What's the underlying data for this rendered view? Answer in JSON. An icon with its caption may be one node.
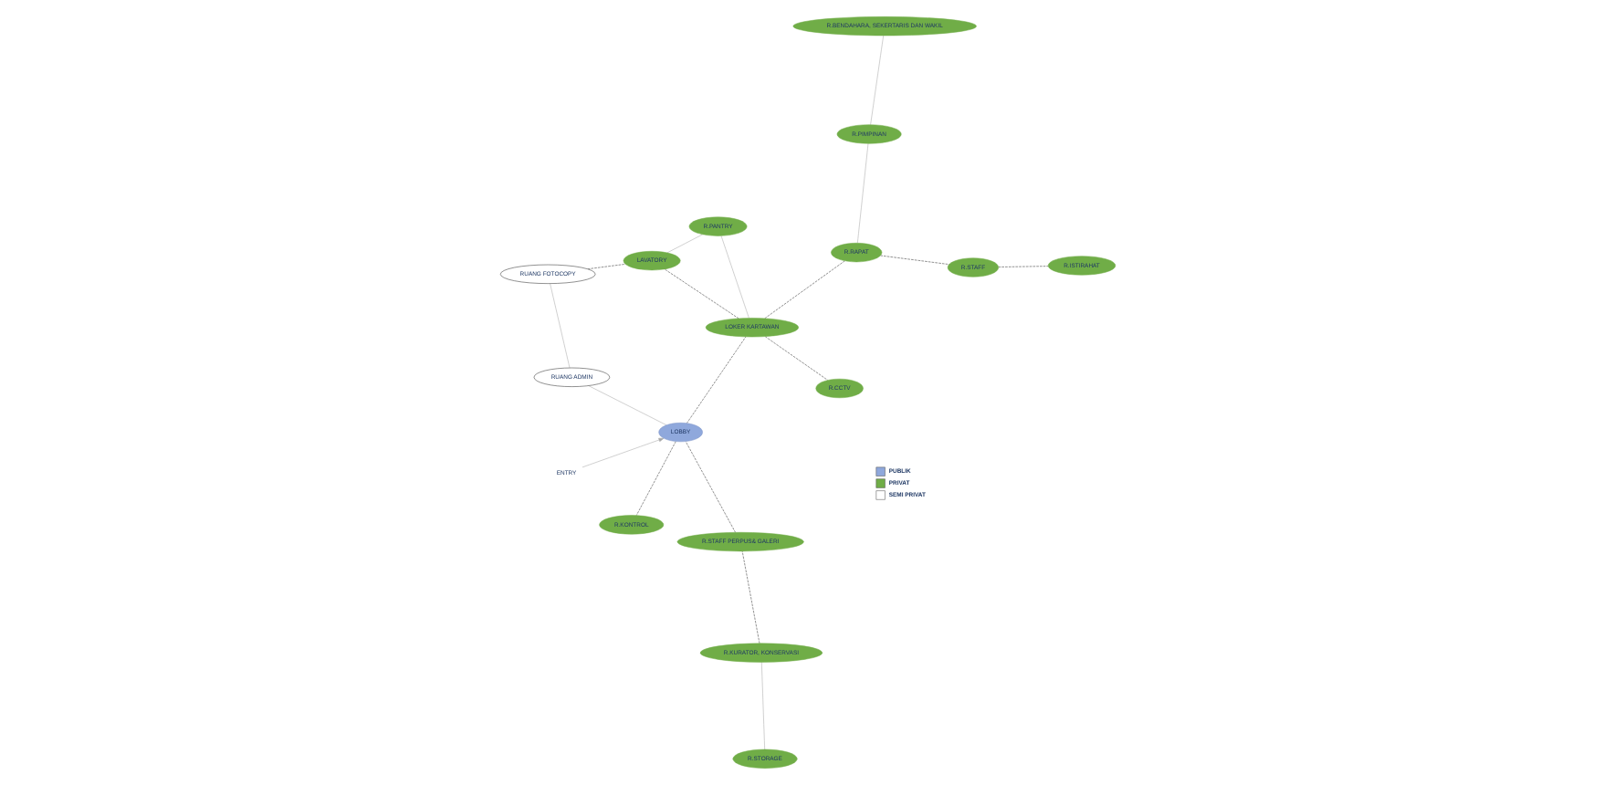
{
  "diagram": {
    "nodes": [
      {
        "text": [
          "R.STORAGE"
        ]
      },
      {
        "text": [
          "R.STAFF PERPUS& GALERI"
        ]
      },
      {
        "text": [
          "ENTRY"
        ]
      },
      {
        "text": [
          "RUANG FOTOCOPY"
        ]
      },
      {
        "text": [
          "RUANG ADMIN"
        ]
      },
      {
        "text": [
          "LOBBY"
        ]
      },
      {
        "text": [
          "LAVATORY"
        ]
      },
      {
        "text": [
          "R.KURATOR, KONSERVASI"
        ]
      },
      {
        "text": [
          "LOKER KARTAWAN"
        ]
      },
      {
        "text": [
          "R.PANTRY"
        ]
      },
      {
        "text": [
          "R.KONTROL"
        ]
      },
      {
        "text": [
          "R.RAPAT"
        ]
      },
      {
        "text": [
          "R.CCTV"
        ]
      },
      {
        "text": [
          "R.BENDAHARA, SEKERTARIS DAN WAKIL"
        ]
      },
      {
        "text": [
          "R.PIMPINAN"
        ]
      },
      {
        "text": [
          "R.STAFF"
        ]
      },
      {
        "text": [
          "R.ISTIRAHAT"
        ]
      }
    ],
    "edges": [
      {
        "from": 0,
        "to": 7,
        "arrow": "none",
        "color": "#a6a6a6"
      },
      {
        "from": 7,
        "to": 1,
        "arrow": "none",
        "style": "dashed"
      },
      {
        "from": 1,
        "to": 5,
        "arrow": "none",
        "style": "dashed"
      },
      {
        "from": 2,
        "to": 5,
        "arrow": "to",
        "color": "#a6a6a6"
      },
      {
        "from": 4,
        "to": 5,
        "arrow": "none",
        "color": "#a6a6a6"
      },
      {
        "from": 4,
        "to": 3,
        "arrow": "none",
        "color": "#a6a6a6"
      },
      {
        "from": 3,
        "to": 6,
        "arrow": "none",
        "style": "dashed"
      },
      {
        "from": 5,
        "to": 8,
        "arrow": "none",
        "style": "dashed"
      },
      {
        "from": 8,
        "to": 6,
        "arrow": "none",
        "style": "dashed"
      },
      {
        "from": 6,
        "to": 9,
        "arrow": "none",
        "color": "#a6a6a6"
      },
      {
        "from": 8,
        "to": 9,
        "arrow": "none",
        "color": "#a6a6a6"
      },
      {
        "from": 5,
        "to": 10,
        "arrow": "none",
        "style": "dashed"
      },
      {
        "from": 8,
        "to": 11,
        "arrow": "none",
        "style": "dashed"
      },
      {
        "from": 8,
        "to": 12,
        "arrow": "none",
        "style": "dashed"
      },
      {
        "from": 11,
        "to": 14,
        "arrow": "none",
        "color": "#a6a6a6"
      },
      {
        "from": 14,
        "to": 13,
        "arrow": "none",
        "color": "#a6a6a6"
      },
      {
        "from": 11,
        "to": 15,
        "arrow": "none",
        "style": "dashed"
      },
      {
        "from": 15,
        "to": 16,
        "arrow": "none",
        "style": "dashed"
      }
    ],
    "legend": [
      {
        "text": "PUBLIK",
        "color": "#8fa8dc"
      },
      {
        "text": "PRIVAT",
        "color": "#70ad47"
      },
      {
        "text": "SEMI PRIVAT",
        "color": "#ffffff"
      }
    ]
  }
}
